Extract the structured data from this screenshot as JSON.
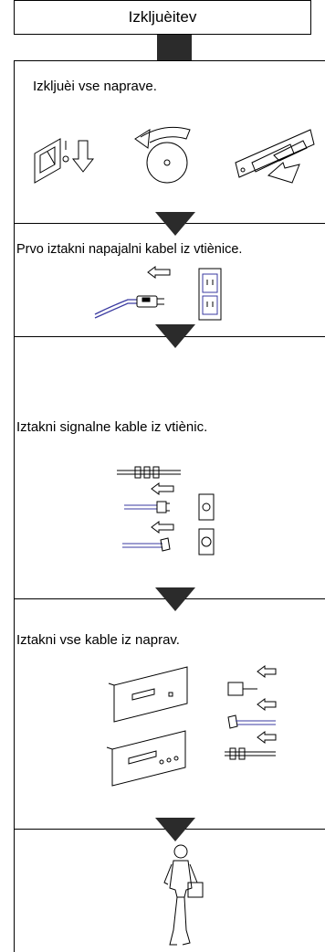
{
  "title": "Izkljuèitev",
  "steps": [
    {
      "text": "Izkljuèi vse naprave."
    },
    {
      "text": "Prvo iztakni napajalni kabel iz vtiènice."
    },
    {
      "text": "Iztakni signalne kable iz vtiènic."
    },
    {
      "text": "Iztakni vse kable iz naprav."
    }
  ],
  "colors": {
    "ink": "#000000",
    "accent_blue": "#3a3aa0",
    "box": "#2b2b2b"
  }
}
